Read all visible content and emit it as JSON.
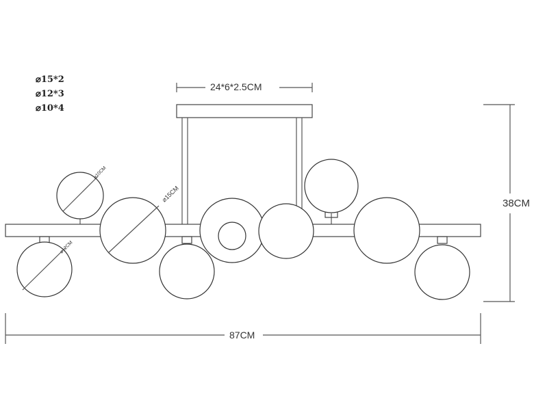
{
  "legend": {
    "items": [
      "⌀15*2",
      "⌀12*3",
      "⌀10*4"
    ]
  },
  "dimensions": {
    "canopy": "24*6*2.5CM",
    "width": "87CM",
    "height": "38CM"
  },
  "ball_labels": {
    "small_upper": "⌀10CM",
    "large": "⌀15CM",
    "small_lower": "⌀12CM"
  }
}
